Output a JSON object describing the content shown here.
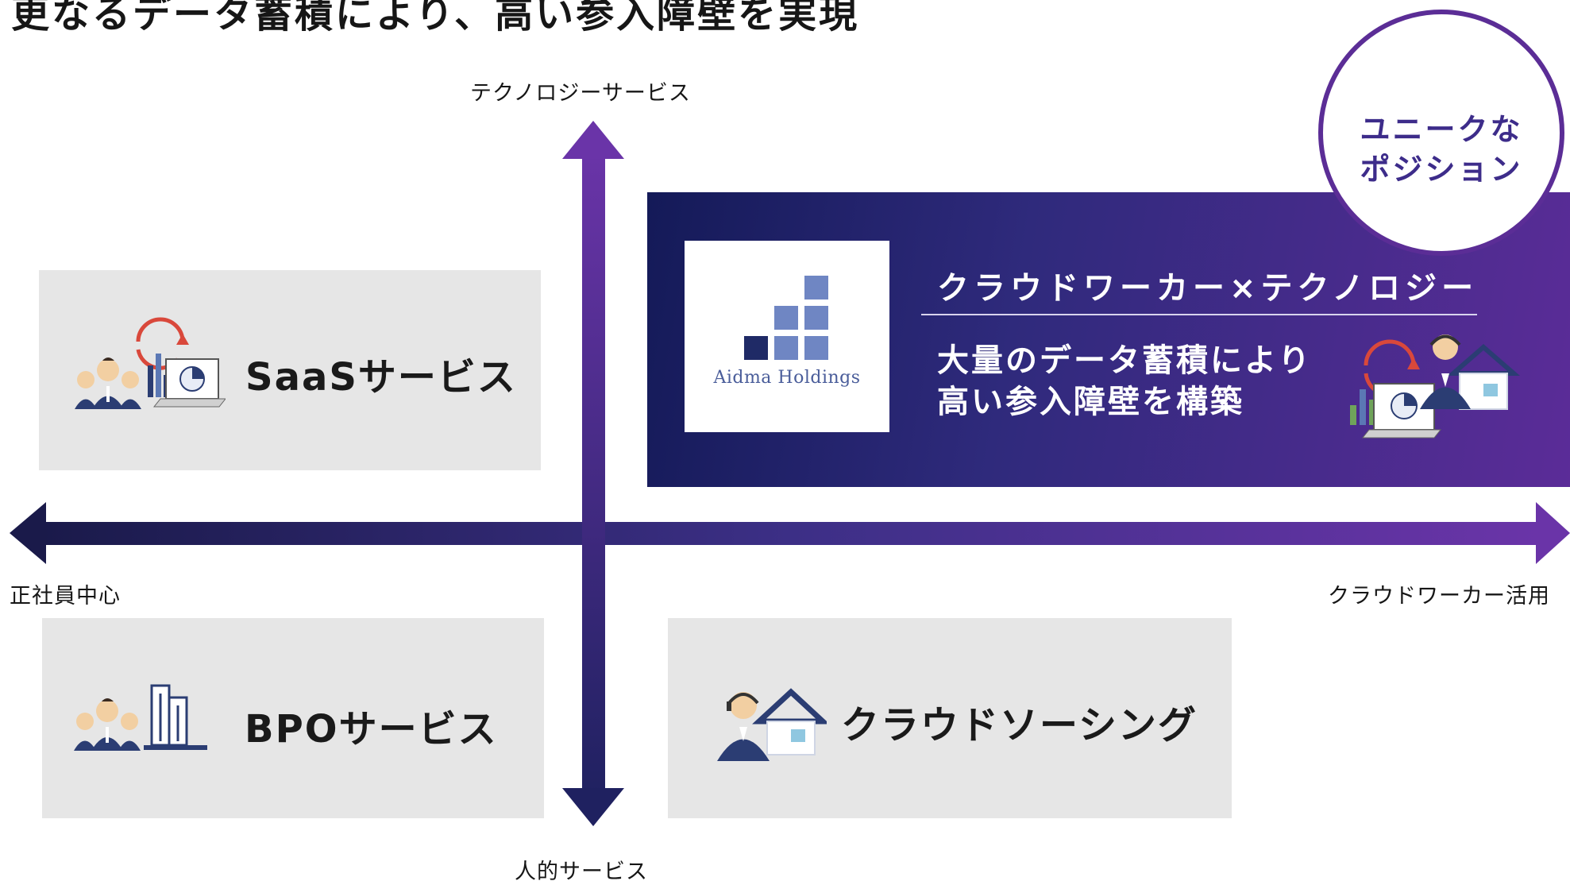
{
  "page": {
    "title": "更なるデータ蓄積により、高い参入障壁を実現"
  },
  "axes": {
    "top_label": "テクノロジーサービス",
    "bottom_label": "人的サービス",
    "left_label": "正社員中心",
    "right_label": "クラウドワーカー活用"
  },
  "quadrants": {
    "top_left": {
      "label": "SaaSサービス",
      "icon": "people-chart-laptop-icon"
    },
    "bottom_left": {
      "label": "BPOサービス",
      "icon": "people-building-icon"
    },
    "bottom_right": {
      "label": "クラウドソーシング",
      "icon": "operator-house-icon"
    }
  },
  "highlight": {
    "logo_text": "Aidma Holdings",
    "heading": "クラウドワーカー×テクノロジー",
    "description_lines": [
      "大量のデータ蓄積により",
      "高い参入障壁を構築"
    ],
    "icon": "operator-chart-house-icon"
  },
  "badge": {
    "lines": [
      "ユニークな",
      "ポジション"
    ]
  },
  "colors": {
    "axis_start": "#1a1a4a",
    "axis_end": "#6a34a8",
    "panel_start": "#141a58",
    "panel_end": "#5b2c98",
    "box_bg": "#e6e6e6",
    "badge_border": "#5b2d96",
    "logo_blue": "#6f86c3",
    "logo_navy": "#1f2a66"
  }
}
